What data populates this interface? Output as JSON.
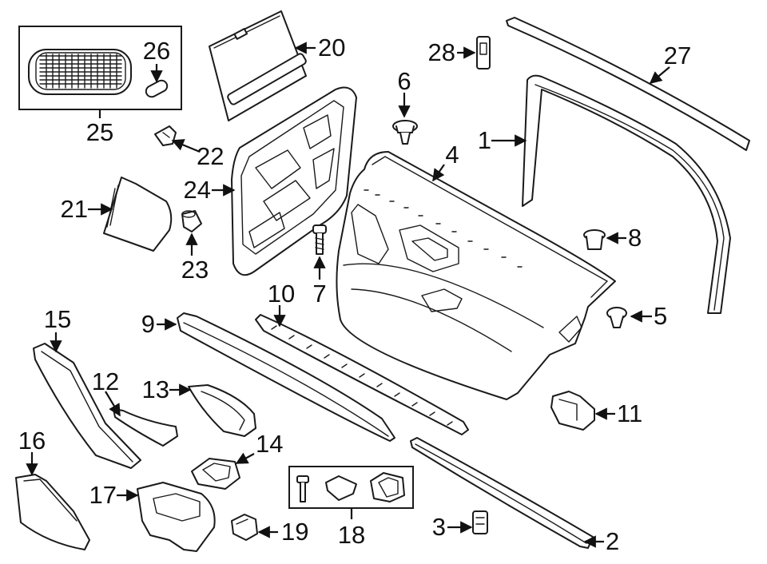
{
  "colors": {
    "line": "#1a1a1a",
    "highlight": "#a9d4f0",
    "background": "#ffffff"
  },
  "callouts": [
    {
      "id": "c1",
      "text": "1"
    },
    {
      "id": "c2",
      "text": "2"
    },
    {
      "id": "c3",
      "text": "3"
    },
    {
      "id": "c4",
      "text": "4"
    },
    {
      "id": "c5",
      "text": "5"
    },
    {
      "id": "c6",
      "text": "6"
    },
    {
      "id": "c7",
      "text": "7"
    },
    {
      "id": "c8",
      "text": "8"
    },
    {
      "id": "c9",
      "text": "9"
    },
    {
      "id": "c10",
      "text": "10"
    },
    {
      "id": "c11",
      "text": "11"
    },
    {
      "id": "c12",
      "text": "12"
    },
    {
      "id": "c13",
      "text": "13"
    },
    {
      "id": "c14",
      "text": "14"
    },
    {
      "id": "c15",
      "text": "15"
    },
    {
      "id": "c16",
      "text": "16"
    },
    {
      "id": "c17",
      "text": "17"
    },
    {
      "id": "c18",
      "text": "18"
    },
    {
      "id": "c19",
      "text": "19"
    },
    {
      "id": "c20",
      "text": "20"
    },
    {
      "id": "c21",
      "text": "21"
    },
    {
      "id": "c22",
      "text": "22"
    },
    {
      "id": "c23",
      "text": "23"
    },
    {
      "id": "c24",
      "text": "24"
    },
    {
      "id": "c25",
      "text": "25"
    },
    {
      "id": "c26",
      "text": "26"
    },
    {
      "id": "c27",
      "text": "27"
    },
    {
      "id": "c28",
      "text": "28"
    }
  ],
  "highlighted_part": "9"
}
